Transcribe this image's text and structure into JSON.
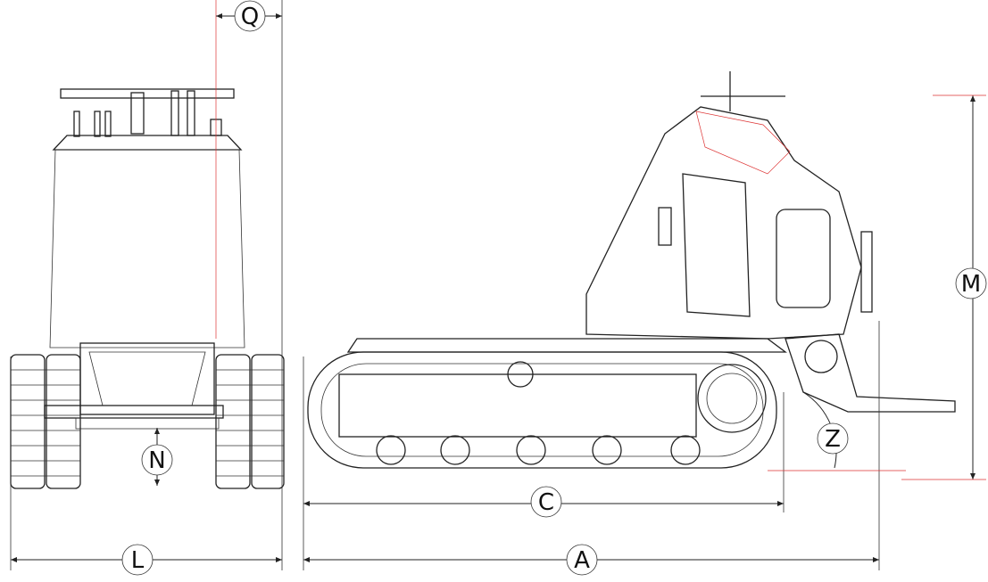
{
  "dimensions": {
    "Q": "Q",
    "M": "M",
    "N": "N",
    "Z": "Z",
    "C": "C",
    "L": "L",
    "A": "A"
  }
}
